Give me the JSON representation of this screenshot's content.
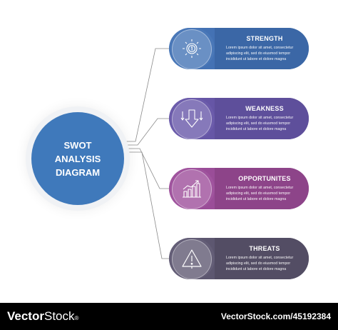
{
  "center": {
    "lines": [
      "SWOT",
      "ANALYSIS",
      "DIAGRAM"
    ]
  },
  "items": [
    {
      "title": "STRENGTH",
      "icon": "medal-icon",
      "color": "#4472b4",
      "panel_color": "#3b67a6",
      "body": [
        "Lorem ipsum dolor sit amet, consectetur",
        "adipiscing elit, sed do eiusmod tempor",
        "incididunt ut labore et dolore magna"
      ]
    },
    {
      "title": "WEAKNESS",
      "icon": "down-arrows-icon",
      "color": "#6656a6",
      "panel_color": "#5e4f9b",
      "body": [
        "Lorem ipsum dolor sit amet, consectetur",
        "adipiscing elit, sed do eiusmod tempor",
        "incididunt ut labore et dolore magna"
      ]
    },
    {
      "title": "OPPORTUNITES",
      "icon": "growth-chart-icon",
      "color": "#9a4d98",
      "panel_color": "#8d4489",
      "body": [
        "Lorem ipsum dolor sit amet, consectetur",
        "adipiscing elit, sed do eiusmod tempor",
        "incididunt ut labore et dolore magna"
      ]
    },
    {
      "title": "THREATS",
      "icon": "warning-icon",
      "color": "#5d5770",
      "panel_color": "#534d64",
      "body": [
        "Lorem ipsum dolor sit amet, consectetur",
        "adipiscing elit, sed do eiusmod tempor",
        "incididunt ut labore et dolore magna"
      ]
    }
  ],
  "footer": {
    "brand_bold": "Vector",
    "brand_regular": "Stock",
    "brand_mark": "®",
    "stock_id": "VectorStock.com/45192384"
  }
}
